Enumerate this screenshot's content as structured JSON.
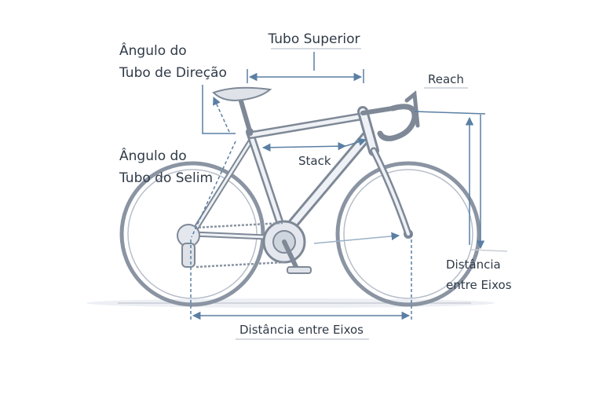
{
  "labels": {
    "top_tube": "Tubo Superior",
    "head_angle_line1": "Ângulo do",
    "head_angle_line2": "Tubo de Direção",
    "reach": "Reach",
    "seat_angle_line1": "Ângulo do",
    "seat_angle_line2": "Tubo do Selim",
    "stack": "Stack",
    "right_dist_line1": "Distância",
    "right_dist_line2": "entre Eixos",
    "bottom_dist": "Distância entre Eixos"
  },
  "colors": {
    "frame": "#7e8896",
    "frame_fill": "#eef1f5",
    "tire": "#8a94a2",
    "dimension": "#5a7fa3",
    "text": "#2f3a47",
    "ground": "#c9ced6"
  }
}
